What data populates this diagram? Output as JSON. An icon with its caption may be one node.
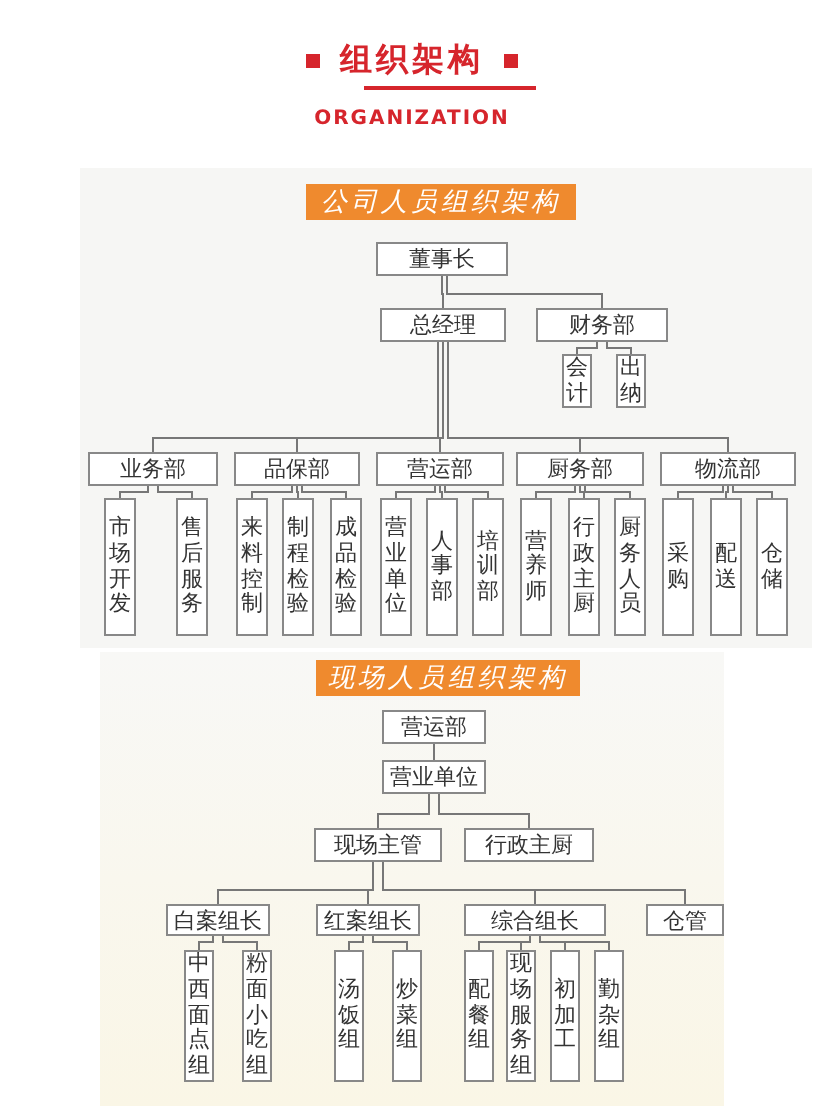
{
  "diagram": {
    "title": "组织架构",
    "nodes": [
      {
        "text": [
          "公司人员组织架构"
        ]
      },
      {
        "text": [
          "董事长"
        ]
      },
      {
        "text": [
          "总经理"
        ]
      },
      {
        "text": [
          "财务部"
        ]
      },
      {
        "text": [
          "会计"
        ]
      },
      {
        "text": [
          "出纳"
        ]
      },
      {
        "text": [
          "业务部"
        ]
      },
      {
        "text": [
          "品保部"
        ]
      },
      {
        "text": [
          "营运部"
        ]
      },
      {
        "text": [
          "厨务部"
        ]
      },
      {
        "text": [
          "物流部"
        ]
      },
      {
        "text": [
          "市场开发"
        ]
      },
      {
        "text": [
          "售后服务"
        ]
      },
      {
        "text": [
          "来料控制"
        ]
      },
      {
        "text": [
          "制程检验"
        ]
      },
      {
        "text": [
          "成品检验"
        ]
      },
      {
        "text": [
          "营业单位"
        ]
      },
      {
        "text": [
          "人事部"
        ]
      },
      {
        "text": [
          "培训部"
        ]
      },
      {
        "text": [
          "营养师"
        ]
      },
      {
        "text": [
          "行政主厨"
        ]
      },
      {
        "text": [
          "厨务人员"
        ]
      },
      {
        "text": [
          "采购"
        ]
      },
      {
        "text": [
          "配送"
        ]
      },
      {
        "text": [
          "仓储"
        ]
      },
      {
        "text": [
          "现场人员组织架构"
        ]
      },
      {
        "text": [
          "营运部"
        ]
      },
      {
        "text": [
          "营业单位"
        ]
      },
      {
        "text": [
          "现场主管"
        ]
      },
      {
        "text": [
          "行政主厨"
        ]
      },
      {
        "text": [
          "白案组长"
        ]
      },
      {
        "text": [
          "红案组长"
        ]
      },
      {
        "text": [
          "综合组长"
        ]
      },
      {
        "text": [
          "仓管"
        ]
      },
      {
        "text": [
          "中西面点组"
        ]
      },
      {
        "text": [
          "粉面小吃组"
        ]
      },
      {
        "text": [
          "汤饭组"
        ]
      },
      {
        "text": [
          "炒菜组"
        ]
      },
      {
        "text": [
          "配餐组"
        ]
      },
      {
        "text": [
          "现场服务组"
        ]
      },
      {
        "text": [
          "初加工"
        ]
      },
      {
        "text": [
          "勤杂组"
        ]
      }
    ],
    "edges": [
      {
        "from": 1,
        "to": 2,
        "arrow": "none"
      },
      {
        "from": 1,
        "to": 3,
        "arrow": "none"
      },
      {
        "from": 3,
        "to": 4,
        "arrow": "none"
      },
      {
        "from": 3,
        "to": 5,
        "arrow": "none"
      },
      {
        "from": 2,
        "to": 6,
        "arrow": "none"
      },
      {
        "from": 2,
        "to": 7,
        "arrow": "none"
      },
      {
        "from": 2,
        "to": 8,
        "arrow": "none"
      },
      {
        "from": 2,
        "to": 9,
        "arrow": "none"
      },
      {
        "from": 2,
        "to": 10,
        "arrow": "none"
      },
      {
        "from": 6,
        "to": 11,
        "arrow": "none"
      },
      {
        "from": 6,
        "to": 12,
        "arrow": "none"
      },
      {
        "from": 7,
        "to": 13,
        "arrow": "none"
      },
      {
        "from": 7,
        "to": 14,
        "arrow": "none"
      },
      {
        "from": 7,
        "to": 15,
        "arrow": "none"
      },
      {
        "from": 8,
        "to": 16,
        "arrow": "none"
      },
      {
        "from": 8,
        "to": 17,
        "arrow": "none"
      },
      {
        "from": 8,
        "to": 18,
        "arrow": "none"
      },
      {
        "from": 9,
        "to": 19,
        "arrow": "none"
      },
      {
        "from": 9,
        "to": 20,
        "arrow": "none"
      },
      {
        "from": 9,
        "to": 21,
        "arrow": "none"
      },
      {
        "from": 10,
        "to": 22,
        "arrow": "none"
      },
      {
        "from": 10,
        "to": 23,
        "arrow": "none"
      },
      {
        "from": 10,
        "to": 24,
        "arrow": "none"
      },
      {
        "from": 26,
        "to": 27,
        "arrow": "none"
      },
      {
        "from": 27,
        "to": 28,
        "arrow": "none"
      },
      {
        "from": 27,
        "to": 29,
        "arrow": "none"
      },
      {
        "from": 28,
        "to": 30,
        "arrow": "none"
      },
      {
        "from": 28,
        "to": 31,
        "arrow": "none"
      },
      {
        "from": 28,
        "to": 32,
        "arrow": "none"
      },
      {
        "from": 28,
        "to": 33,
        "arrow": "none"
      },
      {
        "from": 30,
        "to": 34,
        "arrow": "none"
      },
      {
        "from": 30,
        "to": 35,
        "arrow": "none"
      },
      {
        "from": 31,
        "to": 36,
        "arrow": "none"
      },
      {
        "from": 31,
        "to": 37,
        "arrow": "none"
      },
      {
        "from": 32,
        "to": 38,
        "arrow": "none"
      },
      {
        "from": 32,
        "to": 39,
        "arrow": "none"
      },
      {
        "from": 32,
        "to": 40,
        "arrow": "none"
      },
      {
        "from": 32,
        "to": 41,
        "arrow": "none"
      }
    ],
    "labels": [
      "ORGANIZATION"
    ]
  }
}
